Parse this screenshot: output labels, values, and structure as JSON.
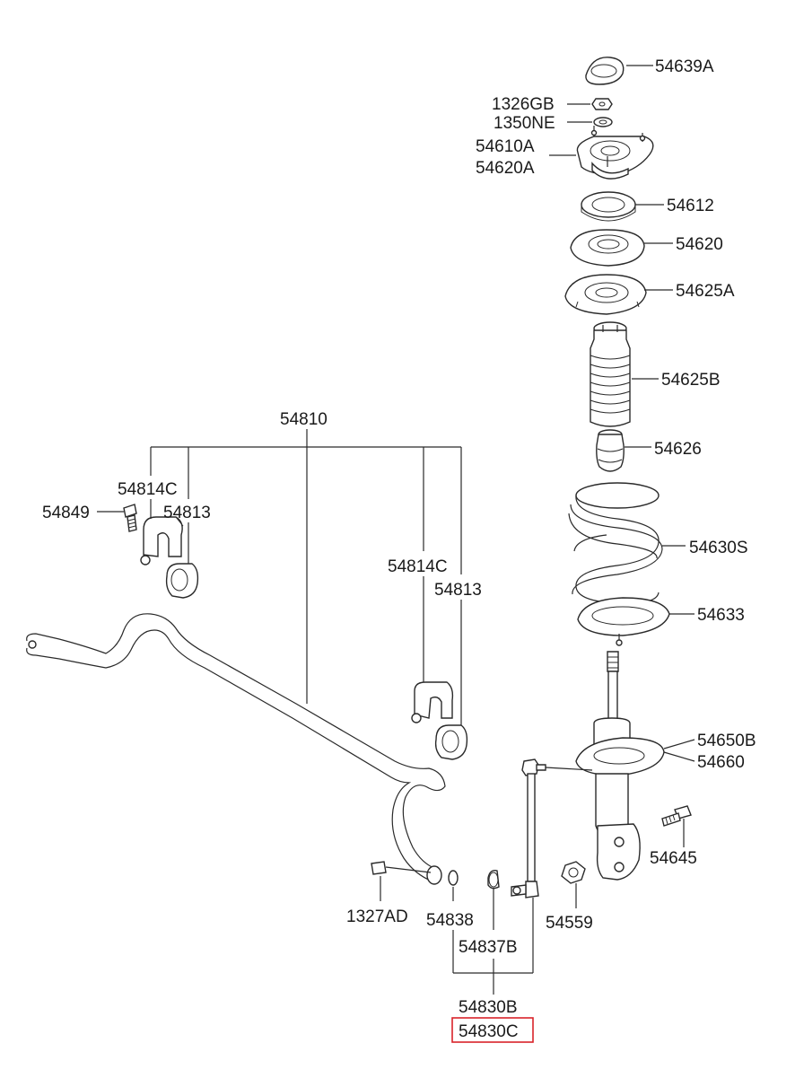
{
  "labels": {
    "p54639A": "54639A",
    "p1326GB": "1326GB",
    "p1350NE": "1350NE",
    "p54610A": "54610A",
    "p54620A": "54620A",
    "p54612": "54612",
    "p54620": "54620",
    "p54625A": "54625A",
    "p54625B": "54625B",
    "p54626": "54626",
    "p54630S": "54630S",
    "p54633": "54633",
    "p54650B": "54650B",
    "p54660": "54660",
    "p54645": "54645",
    "p54559": "54559",
    "p54810": "54810",
    "p54814C_left": "54814C",
    "p54813_left": "54813",
    "p54849": "54849",
    "p54814C_right": "54814C",
    "p54813_right": "54813",
    "p1327AD": "1327AD",
    "p54838": "54838",
    "p54837B": "54837B",
    "p54830B": "54830B",
    "p54830C": "54830C"
  },
  "highlight_color": "#d9232a",
  "line_color": "#2a2a2a"
}
